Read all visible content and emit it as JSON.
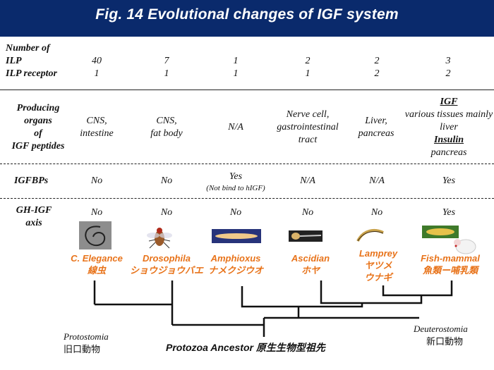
{
  "title": "Fig. 14  Evolutional changes of IGF system",
  "rows": {
    "ilp_header": [
      "Number of",
      "ILP",
      "ILP receptor"
    ],
    "ilp_counts": [
      "40",
      "7",
      "1",
      "2",
      "2",
      "3"
    ],
    "receptor_counts": [
      "1",
      "1",
      "1",
      "1",
      "2",
      "2"
    ],
    "producing_header": [
      "Producing",
      "organs",
      "of",
      "IGF peptides"
    ],
    "producing": {
      "c1": [
        "CNS,",
        "intestine"
      ],
      "c2": [
        "CNS,",
        "fat body"
      ],
      "c3": "N/A",
      "c4": [
        "Nerve cell,",
        "gastrointestinal",
        "tract"
      ],
      "c5": [
        "Liver,",
        "pancreas"
      ],
      "c6": {
        "igf": "IGF",
        "igf_sites": [
          "various tissues mainly",
          "liver"
        ],
        "insulin": "Insulin",
        "insulin_sites": "pancreas"
      }
    },
    "igfbp_header": "IGFBPs",
    "igfbp": [
      "No",
      "No",
      "Yes",
      "N/A",
      "N/A",
      "Yes"
    ],
    "igfbp_note": "(Not bind to hIGF)",
    "ghigf_header": [
      "GH-IGF",
      "axis"
    ],
    "ghigf": [
      "No",
      "No",
      "No",
      "No",
      "No",
      "Yes"
    ]
  },
  "organisms": [
    {
      "name": "C. Elegance",
      "jp": "線虫",
      "icon": "nematode-image"
    },
    {
      "name": "Drosophila",
      "jp": "ショウジョウバエ",
      "icon": "fruit-fly-image"
    },
    {
      "name": "Amphioxus",
      "jp": "ナメクジウオ",
      "icon": "amphioxus-image"
    },
    {
      "name": "Ascidian",
      "jp": "ホヤ",
      "icon": "ascidian-larva-image"
    },
    {
      "name": "Lamprey",
      "jp": [
        "ヤツメ",
        "ウナギ"
      ],
      "icon": "lamprey-image"
    },
    {
      "name": "Fish-mammal",
      "jp": "魚類ー哺乳類",
      "icon": "fish-mouse-image"
    }
  ],
  "tree": {
    "protostomia": "Protostomia",
    "protostomia_jp": "旧口動物",
    "deuterostomia": "Deuterostomia",
    "deuterostomia_jp": "新口動物",
    "ancestor": "Protozoa Ancestor 原生生物型祖先"
  },
  "colors": {
    "title_bg": "#0a2a6c",
    "organism_label": "#e8731a"
  }
}
